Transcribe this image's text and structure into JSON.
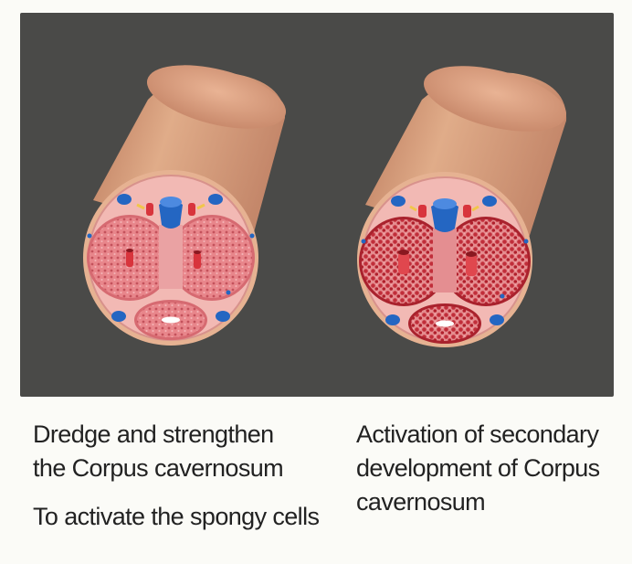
{
  "captions": {
    "left": {
      "line1": "Dredge and strengthen",
      "line2": "the Corpus cavernosum",
      "line3": "To activate the spongy cells"
    },
    "right": {
      "line1": "Activation of secondary",
      "line2": "development of Corpus",
      "line3": "cavernosum"
    }
  },
  "colors": {
    "background": "#4a4a48",
    "skin": "#d49a77",
    "tissue_pink": "#f2b9b4",
    "cavernosum_normal": "#e37f84",
    "cavernosum_developed": "#c3323c",
    "artery_red": "#d8343c",
    "vein_blue": "#2466c2"
  },
  "icons": {
    "left_panel": "cross-section-normal",
    "right_panel": "cross-section-developed"
  }
}
